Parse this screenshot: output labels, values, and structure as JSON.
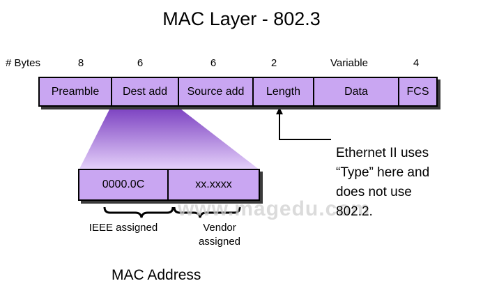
{
  "title": "MAC Layer - 802.3",
  "bytes_label": "# Bytes",
  "fields": [
    {
      "name": "Preamble",
      "bytes": "8"
    },
    {
      "name": "Dest add",
      "bytes": "6"
    },
    {
      "name": "Source add",
      "bytes": "6"
    },
    {
      "name": "Length",
      "bytes": "2"
    },
    {
      "name": "Data",
      "bytes": "Variable"
    },
    {
      "name": "FCS",
      "bytes": "4"
    }
  ],
  "mac_address": {
    "parts": [
      "0000.0C",
      "xx.xxxx"
    ],
    "ieee_label": "IEEE assigned",
    "vendor_label_line1": "Vendor",
    "vendor_label_line2": "assigned",
    "title": "MAC Address"
  },
  "note": {
    "lines": [
      "Ethernet II uses",
      "“Type” here and",
      "does not use",
      "802.2."
    ]
  },
  "watermark": "www.magedu.com",
  "colors": {
    "field_fill": "#c9a6f2",
    "expansion_fill_top": "#7a3fc0",
    "expansion_fill_bottom": "#e6d2fb"
  }
}
